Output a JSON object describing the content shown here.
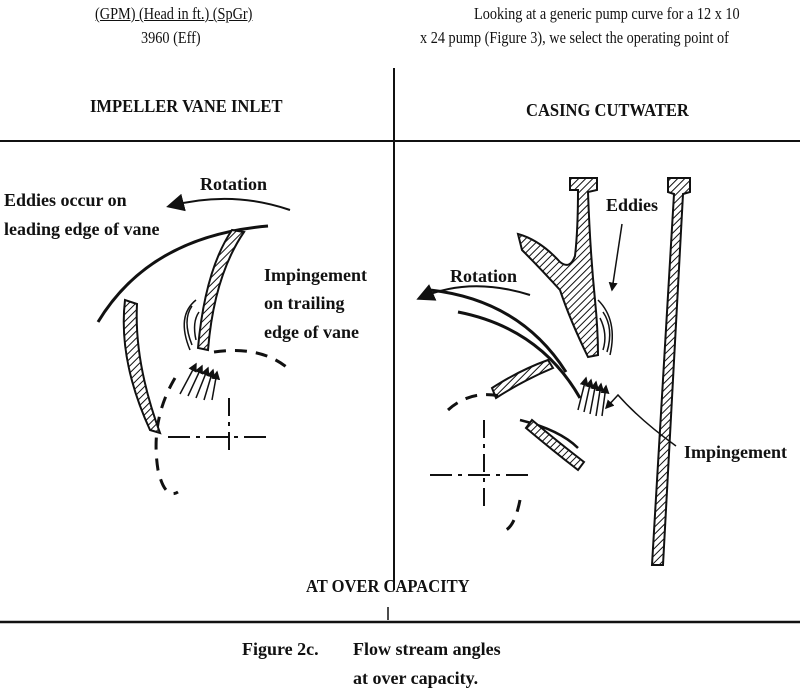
{
  "header": {
    "formula_top": "(GPM) (Head in ft.) (SpGr)",
    "formula_bottom": "3960 (Eff)",
    "paragraph_line1": "Looking at a generic pump curve for a 12 x 10",
    "paragraph_line2": "x 24 pump (Figure 3), we select the operating point of"
  },
  "left_panel": {
    "title": "IMPELLER VANE INLET",
    "rotation_label": "Rotation",
    "eddies_line1": "Eddies occur on",
    "eddies_line2": "leading edge of vane",
    "impingement_line1": "Impingement",
    "impingement_line2": "on trailing",
    "impingement_line3": "edge of vane"
  },
  "right_panel": {
    "title": "CASING CUTWATER",
    "rotation_label": "Rotation",
    "eddies_label": "Eddies",
    "impingement_label": "Impingement"
  },
  "condition_label": "AT OVER CAPACITY",
  "caption": {
    "figure_label": "Figure 2c.",
    "text_line1": "Flow stream angles",
    "text_line2": "at over capacity."
  },
  "colors": {
    "ink": "#111111",
    "background": "#ffffff"
  }
}
